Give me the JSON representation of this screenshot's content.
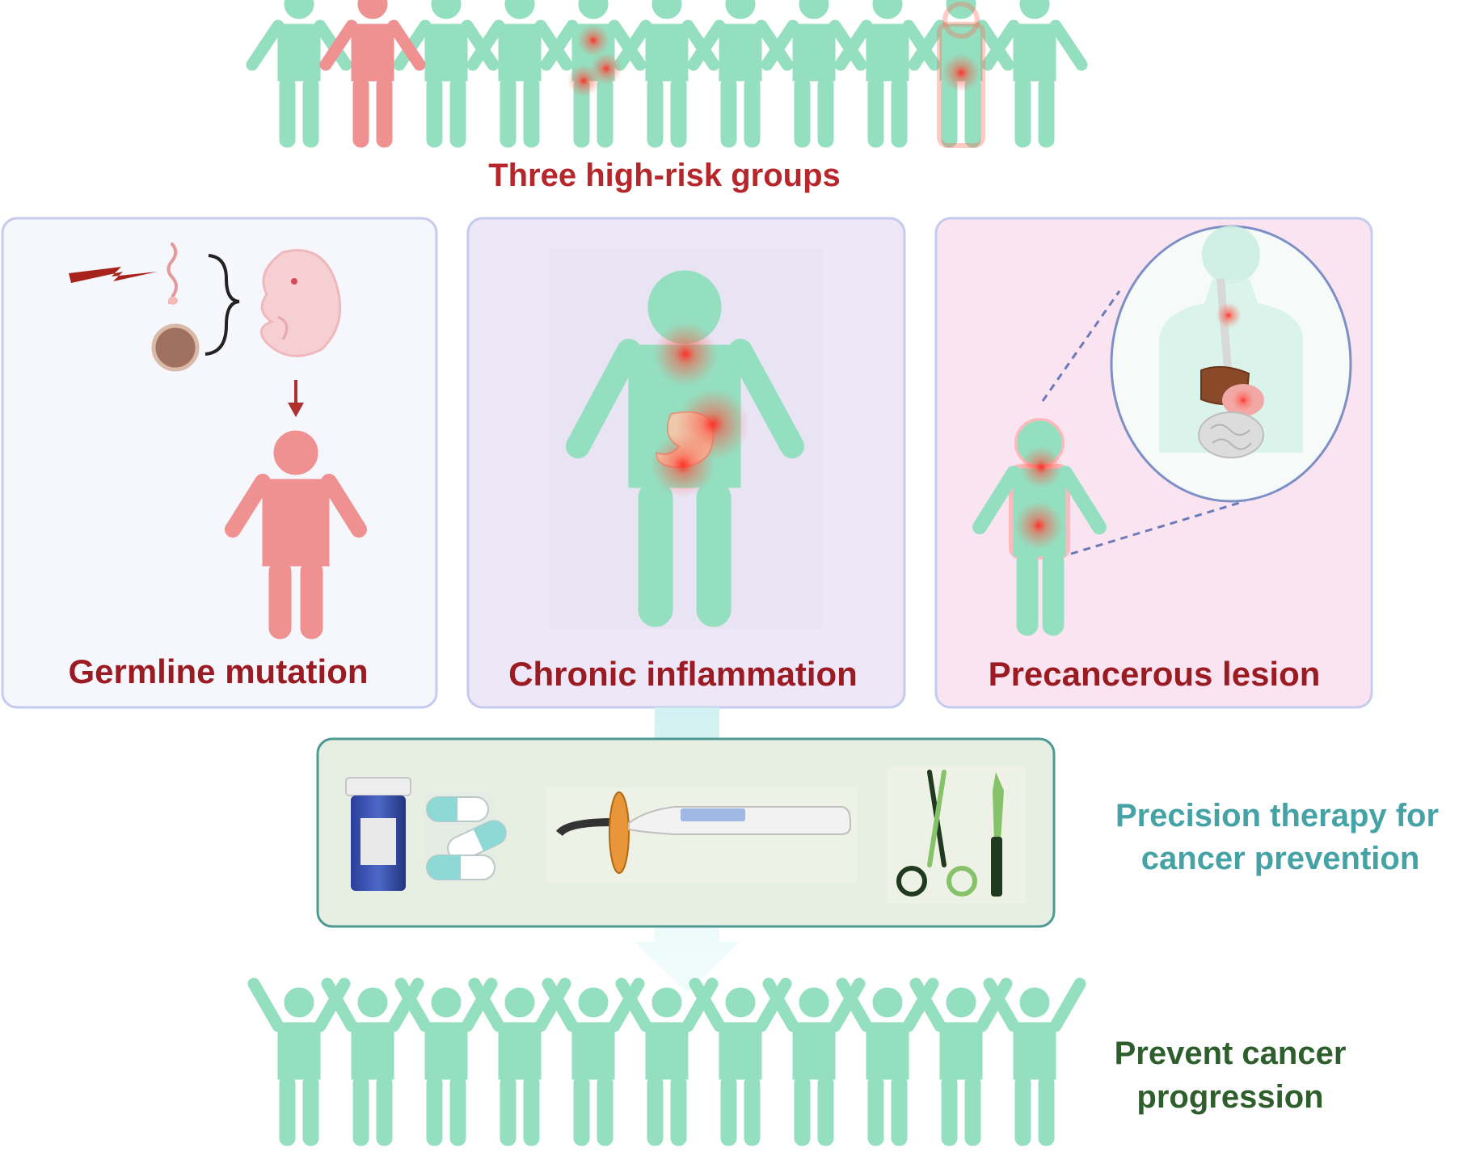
{
  "header": {
    "title": "Three high-risk groups"
  },
  "panels": [
    {
      "label": "Germline mutation"
    },
    {
      "label": "Chronic inflammation"
    },
    {
      "label": "Precancerous lesion"
    }
  ],
  "therapy": {
    "label_line1": "Precision therapy for",
    "label_line2": "cancer prevention"
  },
  "outcome": {
    "label_line1": "Prevent cancer",
    "label_line2": "progression"
  },
  "colors": {
    "person_green": "#93dfc0",
    "person_pink": "#ef9190",
    "title_red": "#b5272b",
    "panel_label_red": "#9a1c22",
    "therapy_teal": "#45a3a5",
    "outcome_green": "#2e5e2c",
    "lesion_red": "#ff3b30"
  }
}
